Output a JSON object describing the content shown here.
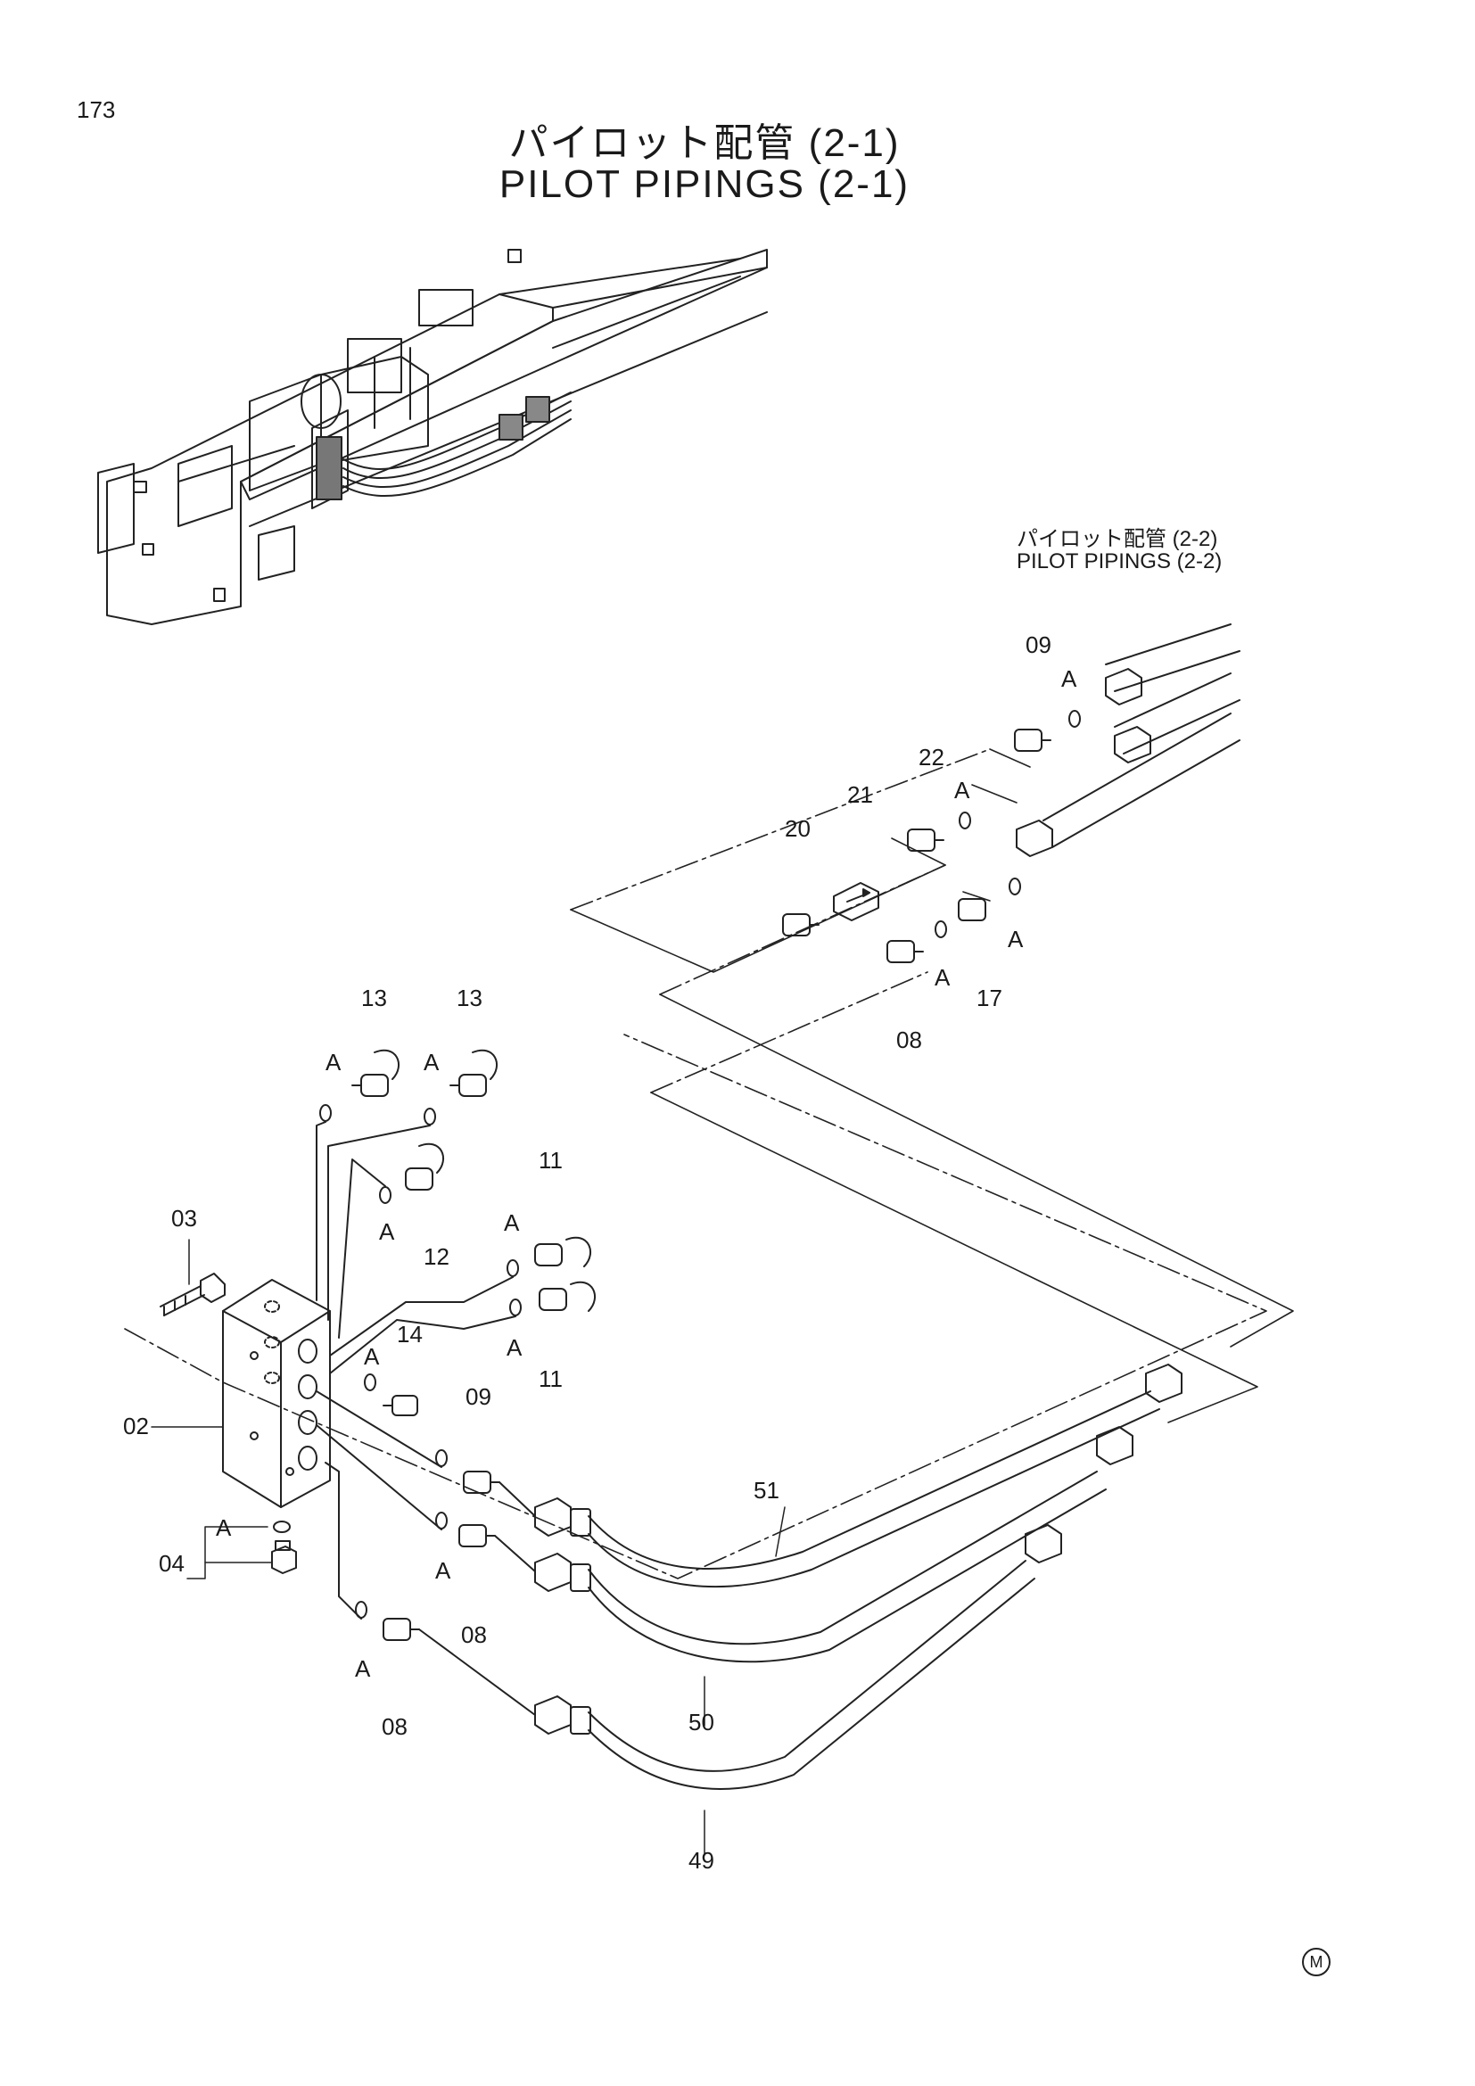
{
  "page_number": "173",
  "title_jp": "パイロット配管 (2-1)",
  "title_en": "PILOT PIPINGS (2-1)",
  "reference_jp": "パイロット配管 (2-2)",
  "reference_en": "PILOT PIPINGS (2-2)",
  "o_ring_label": "A",
  "part_callouts": [
    "02",
    "03",
    "04",
    "08",
    "08",
    "08",
    "09",
    "09",
    "11",
    "11",
    "12",
    "13",
    "13",
    "14",
    "17",
    "20",
    "21",
    "22",
    "49",
    "50",
    "51"
  ],
  "corner_mark": "M"
}
